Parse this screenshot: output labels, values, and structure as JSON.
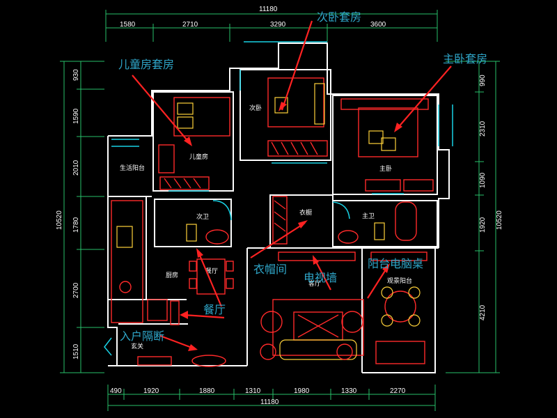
{
  "dimensions": {
    "top_total": "11180",
    "top_segments": [
      "1580",
      "2710",
      "3290",
      "3600"
    ],
    "bottom_total": "11180",
    "bottom_segments": [
      "490",
      "1920",
      "1880",
      "1310",
      "1980",
      "1330",
      "2270"
    ],
    "left_total": "10520",
    "left_segments": [
      "930",
      "1590",
      "2010",
      "1780",
      "2700",
      "1510"
    ],
    "right_total": "10520",
    "right_segments": [
      "990",
      "2310",
      "1090",
      "1920",
      "4210"
    ]
  },
  "rooms": {
    "second_bedroom": "次卧",
    "kids_room": "儿童房",
    "master_bedroom": "主卧",
    "service_balcony": "生活阳台",
    "second_bath": "次卫",
    "cloakroom": "衣橱",
    "master_bath": "主卫",
    "dining": "餐厅",
    "kitchen": "厨房",
    "living": "客厅",
    "view_balcony": "观景阳台",
    "entry": "玄关"
  },
  "annotations": {
    "second_suite": "次卧套房",
    "kids_suite": "儿童房套房",
    "master_suite": "主卧套房",
    "cloak_room": "衣帽间",
    "tv_wall": "电视墙",
    "balcony_desk": "阳台电脑桌",
    "dining_hall": "餐厅",
    "entry_partition": "入户隔断"
  },
  "colors": {
    "background": "#000000",
    "wall": "#ffffff",
    "dimension": "#28c06a",
    "furniture": "#ff2a2a",
    "annotation_text": "#2fa6c9",
    "arrow": "#ff2222"
  }
}
